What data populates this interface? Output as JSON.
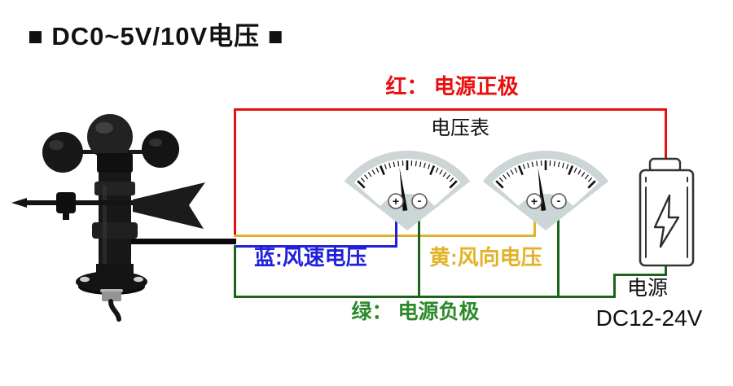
{
  "title": "■ DC0~5V/10V电压 ■",
  "diagram": {
    "wire_labels": {
      "red": "红： 电源正极",
      "blue": "蓝:风速电压",
      "yellow": "黄:风向电压",
      "green": "绿： 电源负极"
    },
    "voltmeter_label": "电压表",
    "meter_terminals": {
      "positive": "+",
      "negative": "-"
    },
    "power": {
      "name": "电源",
      "voltage": "DC12-24V"
    }
  },
  "colors": {
    "red": "#e8100e",
    "blue": "#1f1fdd",
    "yellow": "#e2b32a",
    "green_wire": "#1c641c",
    "green_text": "#2a8a2a",
    "cable_black": "#0b0b0b",
    "meter_body": "#cdd6d6",
    "battery_outline": "#333333",
    "text_black": "#111111"
  }
}
